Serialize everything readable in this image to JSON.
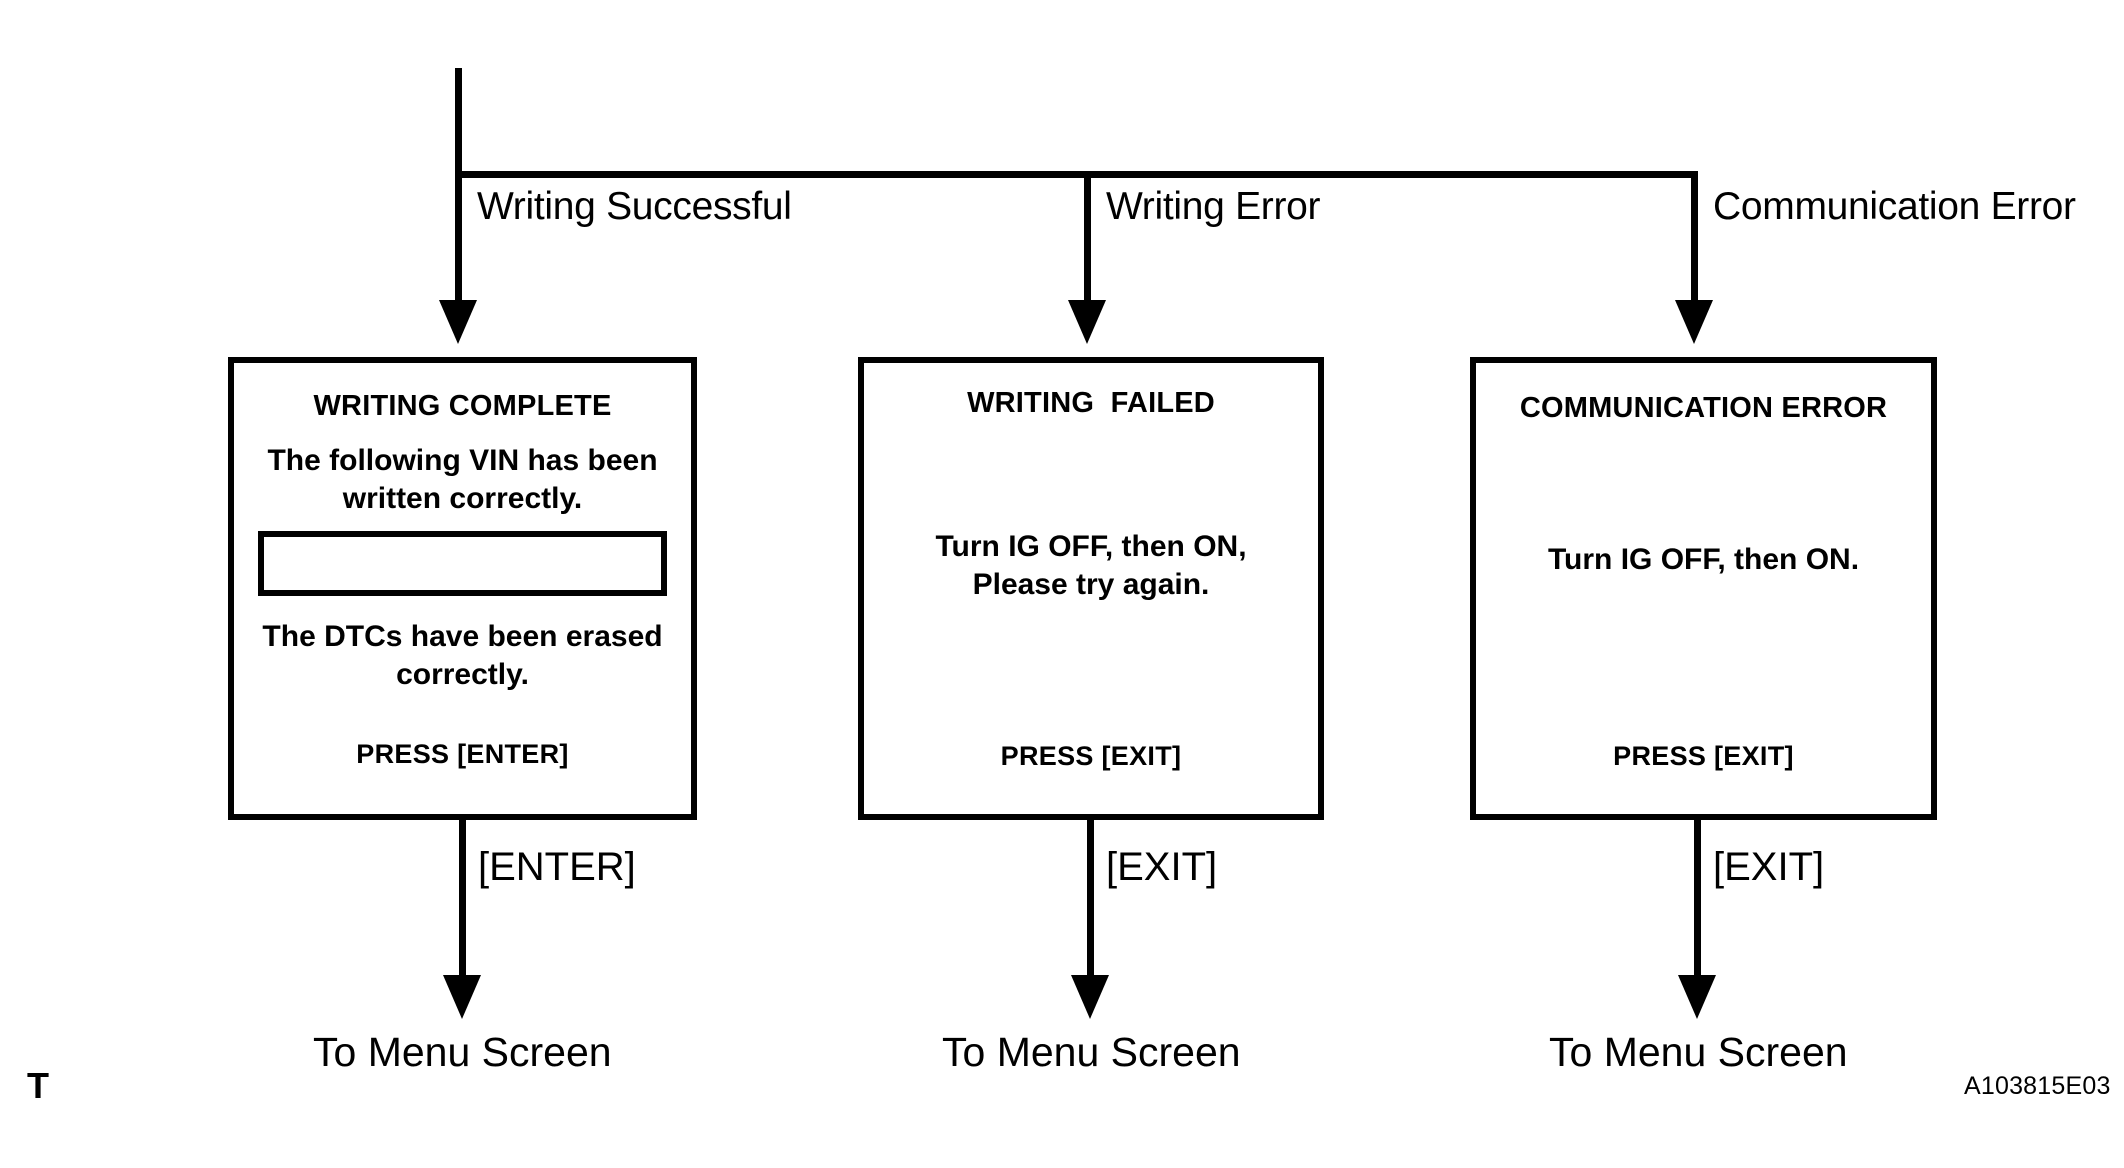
{
  "figure": {
    "corner_mark": "T",
    "id_code": "A103815E03"
  },
  "branches": [
    {
      "label": "Writing Successful"
    },
    {
      "label": "Writing Error"
    },
    {
      "label": "Communication Error"
    }
  ],
  "screens": [
    {
      "title": "WRITING COMPLETE",
      "body_line_1": "The following VIN has been",
      "body_line_2": "written correctly.",
      "vin_value": "",
      "body_line_3": "The DTCs have been erased",
      "body_line_4": "correctly.",
      "footer": "PRESS [ENTER]"
    },
    {
      "title": "WRITING  FAILED",
      "body_line_1": "Turn IG OFF, then ON,",
      "body_line_2": "Please try again.",
      "footer": "PRESS [EXIT]"
    },
    {
      "title": "COMMUNICATION ERROR",
      "body_line_1": "Turn IG OFF, then ON.",
      "footer": "PRESS [EXIT]"
    }
  ],
  "exits": [
    {
      "key_label": "[ENTER]",
      "destination": "To Menu Screen"
    },
    {
      "key_label": "[EXIT]",
      "destination": "To Menu Screen"
    },
    {
      "key_label": "[EXIT]",
      "destination": "To Menu Screen"
    }
  ],
  "colors": {
    "stroke": "#000000",
    "background": "#ffffff"
  }
}
